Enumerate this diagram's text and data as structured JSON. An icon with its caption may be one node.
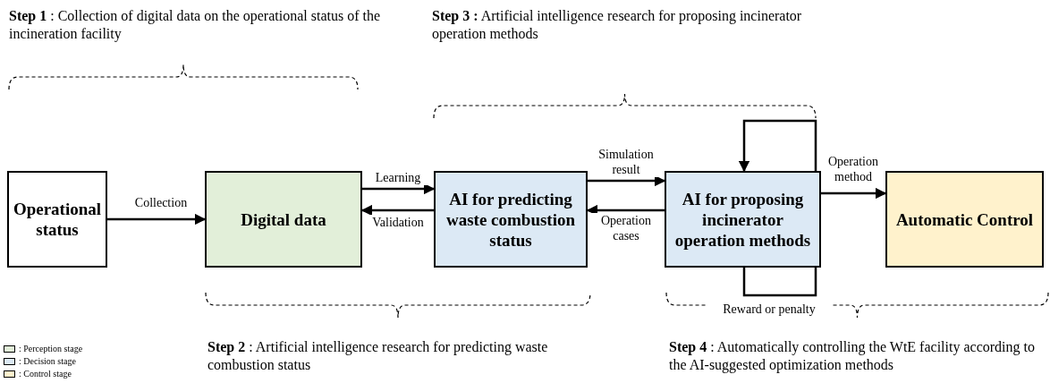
{
  "diagram": {
    "nodes": [
      {
        "text": [
          "Operational status"
        ]
      },
      {
        "text": [
          "Digital data"
        ]
      },
      {
        "text": [
          "AI for predicting waste combustion status"
        ]
      },
      {
        "text": [
          "AI for proposing incinerator operation methods"
        ]
      },
      {
        "text": [
          "Automatic Control"
        ]
      }
    ],
    "edges": [
      {
        "from": 0,
        "to": 1,
        "arrow": "to",
        "label": "Collection"
      },
      {
        "from": 1,
        "to": 2,
        "arrow": "to",
        "label": "Learning"
      },
      {
        "from": 2,
        "to": 1,
        "arrow": "to",
        "label": "Validation"
      },
      {
        "from": 2,
        "to": 3,
        "arrow": "to",
        "label": "Simulation result"
      },
      {
        "from": 3,
        "to": 2,
        "arrow": "to",
        "label": "Operation cases"
      },
      {
        "from": 3,
        "to": 4,
        "arrow": "to",
        "label": "Operation method"
      },
      {
        "from": 3,
        "to": 3,
        "arrow": "to",
        "label": "Reward or penalty"
      }
    ],
    "labels": [
      "**Step 1** : Collection of digital data on the operational status of the incineration facility",
      "**Step 3 :** Artificial intelligence research for proposing incinerator operation methods",
      "**Step 2** : Artificial intelligence research for predicting waste combustion status",
      "**Step 4** : Automatically controlling the WtE facility according to the AI-suggested optimization methods"
    ],
    "legend": [
      {
        "text": ": Perception stage",
        "color": "#e2efd9"
      },
      {
        "text": ": Decision stage",
        "color": "#dce9f5"
      },
      {
        "text": ": Control stage",
        "color": "#fff2cc"
      }
    ]
  }
}
